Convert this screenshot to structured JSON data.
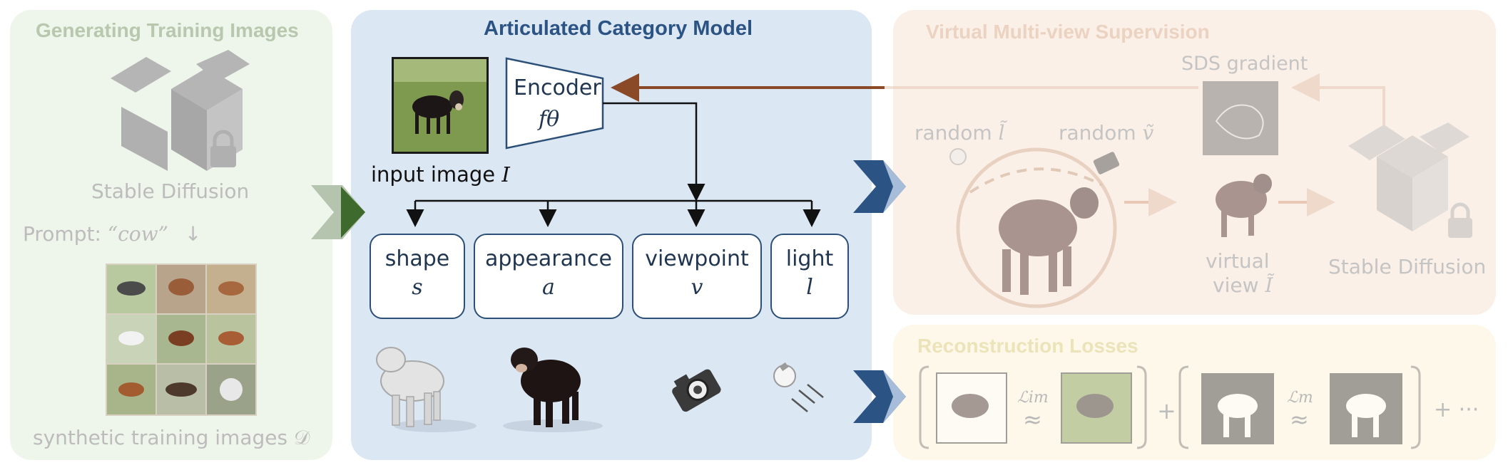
{
  "colors": {
    "left_panel": "#eef5ea",
    "center_panel": "#dce7f4",
    "right_top_panel": "#fbf0e8",
    "right_bottom_panel": "#fdf8ea",
    "accent_blue": "#2b5384",
    "accent_green": "#3f6a2e",
    "arrow_brown": "#8a4a28"
  },
  "left": {
    "title": "Generating Training Images",
    "sd_label": "Stable Diffusion",
    "prompt_label": "Prompt: ",
    "prompt_value": "“cow”",
    "prompt_arrow": "↓",
    "caption": "synthetic training images ",
    "caption_symbol": "𝒟"
  },
  "center": {
    "title": "Articulated Category Model",
    "encoder_label": "Encoder",
    "encoder_symbol": "fθ",
    "input_caption": "input image ",
    "input_symbol": "I",
    "factors": [
      {
        "name": "shape",
        "symbol": "s"
      },
      {
        "name": "appearance",
        "symbol": "a"
      },
      {
        "name": "viewpoint",
        "symbol": "v"
      },
      {
        "name": "light",
        "symbol": "l"
      }
    ]
  },
  "right_top": {
    "title": "Virtual Multi-view Supervision",
    "sds_label": "SDS gradient",
    "random_light": "random ",
    "random_light_symbol": "l̃",
    "random_view": "random ",
    "random_view_symbol": "ṽ",
    "virtual_view_line1": "virtual",
    "virtual_view_line2": "view ",
    "virtual_view_symbol": "Ĩ",
    "sd_label": "Stable Diffusion"
  },
  "right_bottom": {
    "title": "Reconstruction Losses",
    "loss_im": "ℒim",
    "loss_m": "ℒm",
    "approx": "≈",
    "plus": "+",
    "plus_dots": "+ ···"
  }
}
